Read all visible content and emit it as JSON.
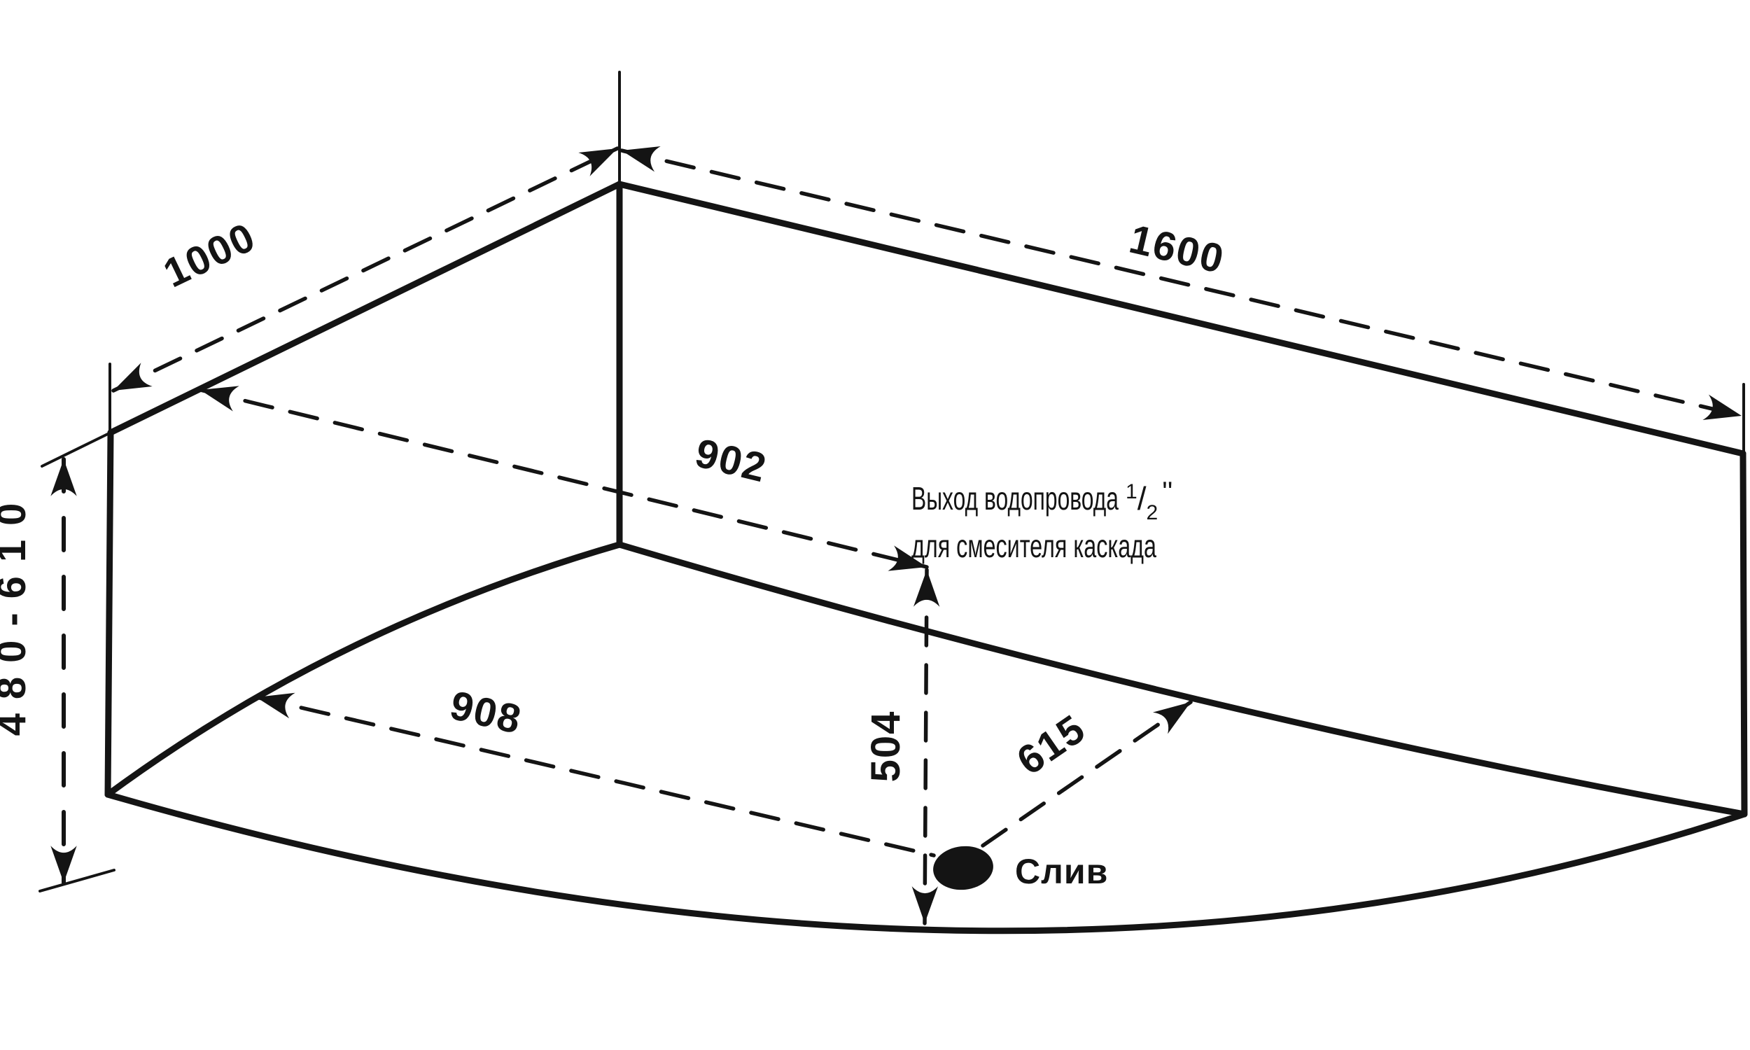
{
  "dimensions": {
    "side_left_top": "1000",
    "side_right_top": "1600",
    "height_adjustable": "480-610",
    "rim_to_mixer_outlet": "902",
    "left_wall_to_drain": "908",
    "outlet_to_front_edge": "504",
    "drain_to_right_wall": "615"
  },
  "labels": {
    "drain": "Слив"
  },
  "note": {
    "line1_text": "Выход водопровода",
    "fraction_numerator": "1",
    "fraction_slash": "/",
    "fraction_denominator": "2",
    "inch_marks": "''",
    "line2_text": "для смесителя каскада"
  },
  "colors": {
    "ink": "#141414",
    "background": "#ffffff"
  }
}
